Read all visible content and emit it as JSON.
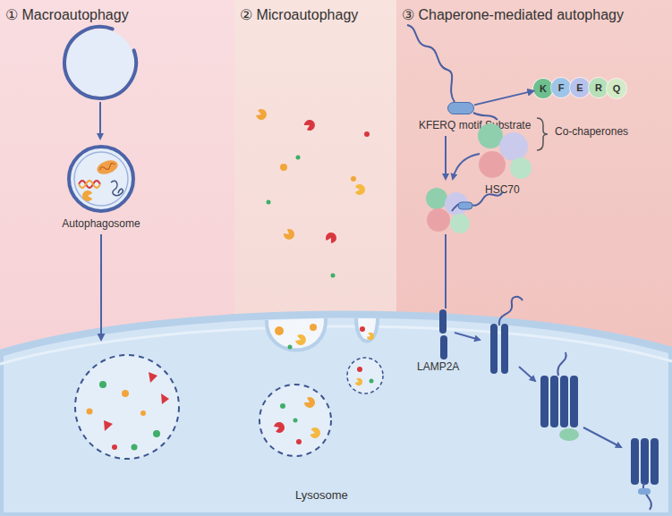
{
  "diagram": {
    "nodes": [
      {
        "text": [
          "① Macroautophagy"
        ]
      },
      {
        "text": [
          "② Microautophagy"
        ]
      },
      {
        "text": [
          "③ Chaperone-mediated autophagy"
        ]
      },
      {
        "text": [
          "Autophagosome"
        ],
        "in": 0
      },
      {
        "text": [
          "KFERQ motif Substrate"
        ],
        "in": 2
      },
      {
        "text": [
          "K"
        ],
        "in": 2
      },
      {
        "text": [
          "F"
        ],
        "in": 2
      },
      {
        "text": [
          "E"
        ],
        "in": 2
      },
      {
        "text": [
          "R"
        ],
        "in": 2
      },
      {
        "text": [
          "Q"
        ],
        "in": 2
      },
      {
        "text": [
          "Co-chaperones",
          "HSC70"
        ],
        "in": 2
      },
      {
        "text": [
          "LAMP2A"
        ],
        "in": 2
      },
      {
        "text": [
          "Lysosome"
        ]
      }
    ],
    "edges": [
      {
        "from": 4,
        "to": 5,
        "arrow": "to"
      },
      {
        "from": 3,
        "to": 12,
        "arrow": "to"
      }
    ]
  }
}
